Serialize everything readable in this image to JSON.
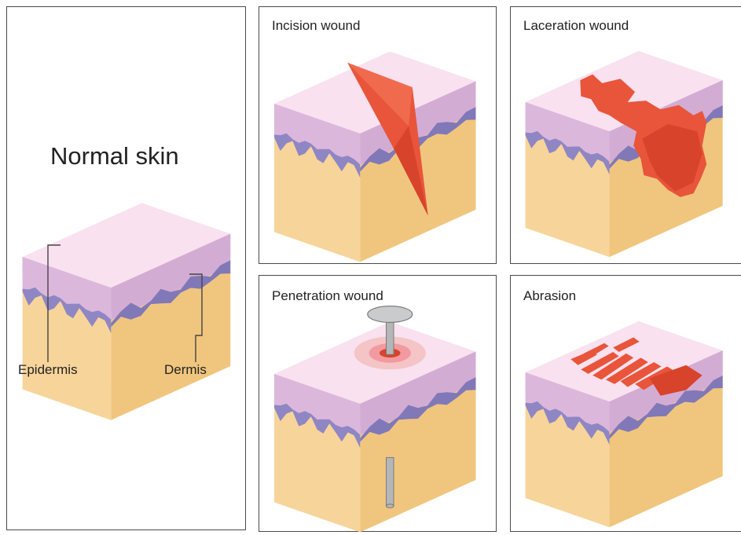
{
  "normal": {
    "title": "Normal skin",
    "labels": {
      "epidermis": "Epidermis",
      "dermis": "Dermis"
    }
  },
  "panels": [
    {
      "id": "incision",
      "title": "Incision wound"
    },
    {
      "id": "laceration",
      "title": "Laceration wound"
    },
    {
      "id": "penetration",
      "title": "Penetration wound"
    },
    {
      "id": "abrasion",
      "title": "Abrasion"
    }
  ],
  "colors": {
    "epidermis_top": "#f9e1ef",
    "epidermis_side": "#dcb7dc",
    "basal_layer": "#8f86c4",
    "dermis": "#f7d49a",
    "dermis_right": "#f0c67e",
    "wound": "#e8553a",
    "wound_dark": "#d8432c",
    "wound_halo": "#f4c4c6",
    "nail": "#b4b6b8",
    "border": "#4a4a4a"
  }
}
